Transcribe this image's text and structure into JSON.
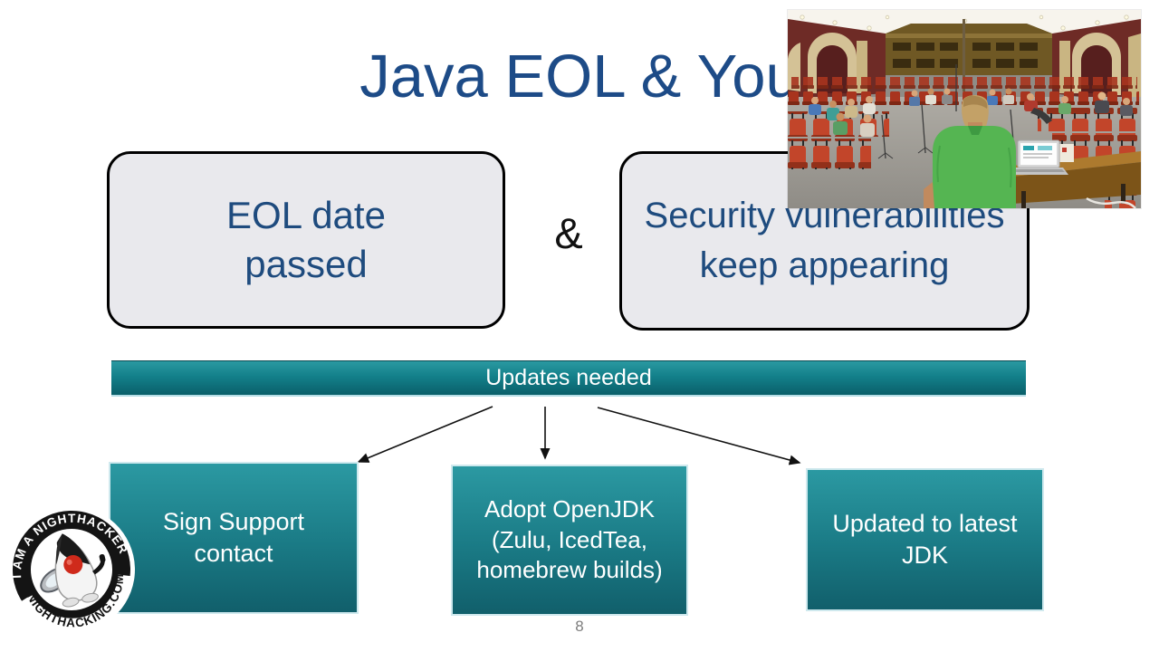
{
  "slide": {
    "title": "Java EOL & You",
    "page_number": "8",
    "causes": {
      "left_box_label": "EOL date passed",
      "connector": "&",
      "right_box_label": "Security vulnerabilities keep appearing"
    },
    "updates_bar_label": "Updates needed",
    "options": [
      {
        "label": "Sign Support contact"
      },
      {
        "label": "Adopt OpenJDK (Zulu, IcedTea, homebrew builds)"
      },
      {
        "label": "Updated to latest JDK"
      }
    ],
    "colors": {
      "title_blue": "#1d4b87",
      "body_blue": "#1e4b7e",
      "teal_light": "#2a99a1",
      "teal_dark": "#0b616c",
      "cause_box_gray": "#e9e9ed"
    }
  },
  "badge": {
    "top_text": "I AM A NIGHTHACKER",
    "bottom_text": "NIGHTHACKING.COM"
  }
}
